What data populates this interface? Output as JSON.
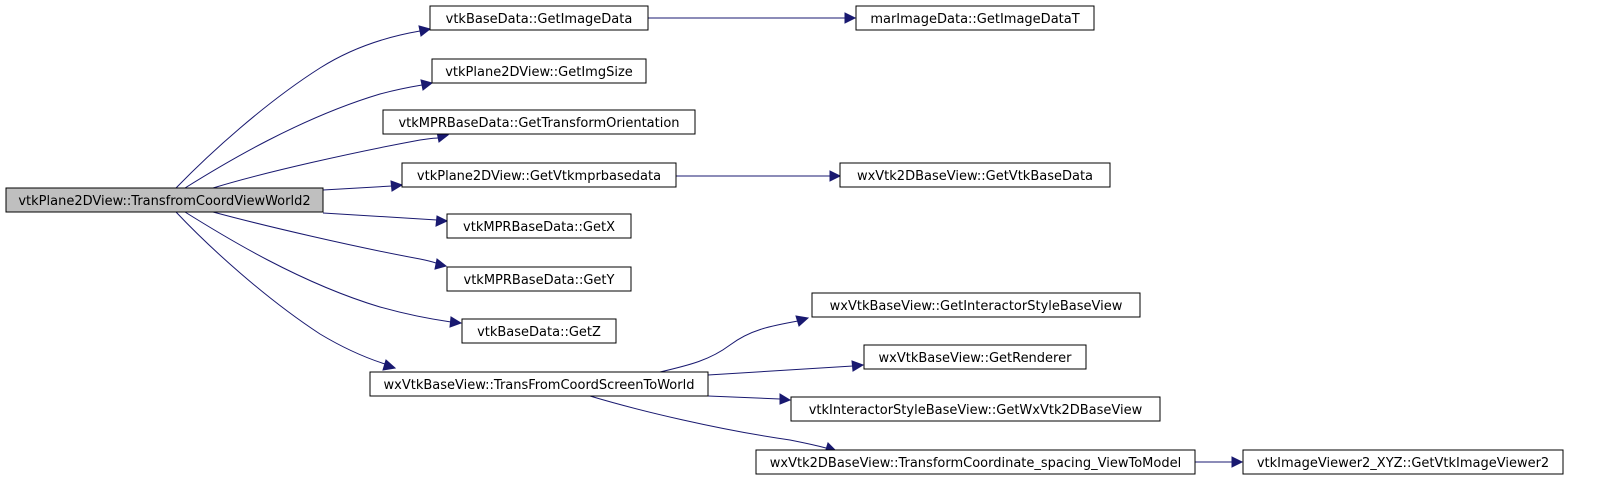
{
  "colors": {
    "edge": "#191970",
    "node_fill": "#ffffff",
    "root_fill": "#bfbfbf",
    "border": "#000000"
  },
  "nodes": [
    {
      "id": "root",
      "label": "vtkPlane2DView::TransfromCoordViewWorld2",
      "root": true
    },
    {
      "id": "getImageData",
      "label": "vtkBaseData::GetImageData"
    },
    {
      "id": "getImageDataT",
      "label": "marImageData::GetImageDataT"
    },
    {
      "id": "getImgSize",
      "label": "vtkPlane2DView::GetImgSize"
    },
    {
      "id": "getTransformOrientation",
      "label": "vtkMPRBaseData::GetTransformOrientation"
    },
    {
      "id": "getVtkmprbasedata",
      "label": "vtkPlane2DView::GetVtkmprbasedata"
    },
    {
      "id": "getVtkBaseData",
      "label": "wxVtk2DBaseView::GetVtkBaseData"
    },
    {
      "id": "getX",
      "label": "vtkMPRBaseData::GetX"
    },
    {
      "id": "getY",
      "label": "vtkMPRBaseData::GetY"
    },
    {
      "id": "getZ",
      "label": "vtkBaseData::GetZ"
    },
    {
      "id": "transFromCoordScreenToWorld",
      "label": "wxVtkBaseView::TransFromCoordScreenToWorld"
    },
    {
      "id": "getInteractorStyleBaseView",
      "label": "wxVtkBaseView::GetInteractorStyleBaseView"
    },
    {
      "id": "getRenderer",
      "label": "wxVtkBaseView::GetRenderer"
    },
    {
      "id": "getWxVtk2DBaseView",
      "label": "vtkInteractorStyleBaseView::GetWxVtk2DBaseView"
    },
    {
      "id": "transformCoordinate",
      "label": "wxVtk2DBaseView::TransformCoordinate_spacing_ViewToModel"
    },
    {
      "id": "getVtkImageViewer2",
      "label": "vtkImageViewer2_XYZ::GetVtkImageViewer2"
    }
  ],
  "edges": [
    {
      "from": "root",
      "to": "getImageData"
    },
    {
      "from": "getImageData",
      "to": "getImageDataT"
    },
    {
      "from": "root",
      "to": "getImgSize"
    },
    {
      "from": "root",
      "to": "getTransformOrientation"
    },
    {
      "from": "root",
      "to": "getVtkmprbasedata"
    },
    {
      "from": "getVtkmprbasedata",
      "to": "getVtkBaseData"
    },
    {
      "from": "root",
      "to": "getX"
    },
    {
      "from": "root",
      "to": "getY"
    },
    {
      "from": "root",
      "to": "getZ"
    },
    {
      "from": "root",
      "to": "transFromCoordScreenToWorld"
    },
    {
      "from": "transFromCoordScreenToWorld",
      "to": "getInteractorStyleBaseView"
    },
    {
      "from": "transFromCoordScreenToWorld",
      "to": "getRenderer"
    },
    {
      "from": "transFromCoordScreenToWorld",
      "to": "getWxVtk2DBaseView"
    },
    {
      "from": "transFromCoordScreenToWorld",
      "to": "transformCoordinate"
    },
    {
      "from": "transformCoordinate",
      "to": "getVtkImageViewer2"
    }
  ]
}
